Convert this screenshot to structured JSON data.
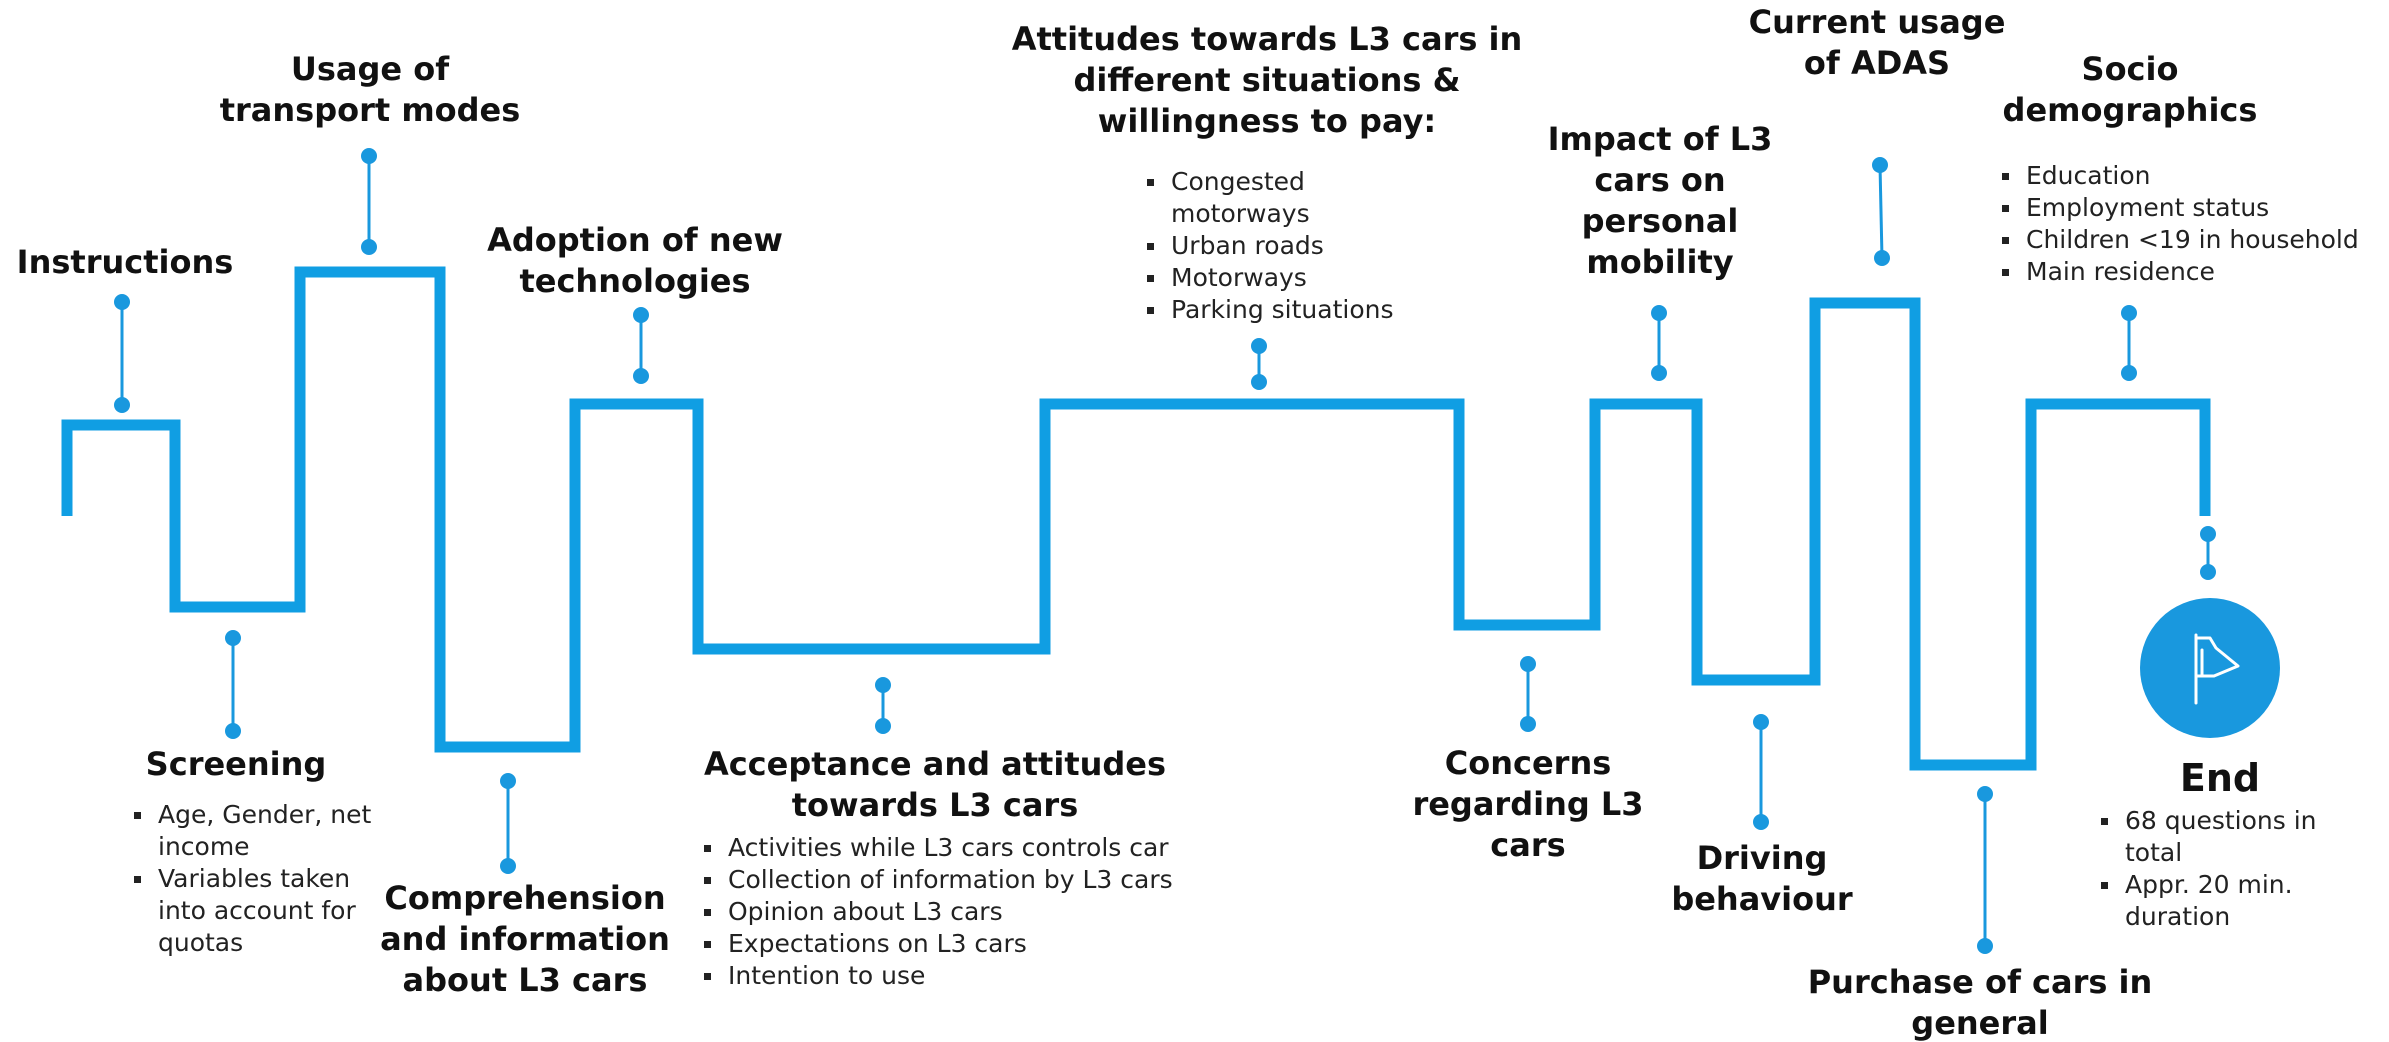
{
  "colors": {
    "line": "#109EE3",
    "dot": "#1998DE",
    "end_circle": "#1998DE",
    "text": "#111111",
    "icon": "#ffffff"
  },
  "icons": {
    "end": "flag-icon"
  },
  "stages": {
    "instructions": {
      "title": "Instructions"
    },
    "screening": {
      "title": "Screening",
      "items": [
        "Age, Gender, net income",
        "Variables taken into account for quotas"
      ]
    },
    "usage_transport": {
      "title": "Usage of transport modes"
    },
    "comprehension": {
      "title": "Comprehension and  information about L3 cars"
    },
    "adoption": {
      "title": "Adoption of new technologies"
    },
    "acceptance": {
      "title": "Acceptance and attitudes towards L3 cars",
      "items": [
        "Activities while L3 cars controls car",
        "Collection of information by L3 cars",
        "Opinion about L3 cars",
        "Expectations on L3 cars",
        "Intention to use"
      ]
    },
    "attitudes": {
      "title": "Attitudes towards L3 cars in different situations & willingness to pay:",
      "items": [
        "Congested motorways",
        "Urban roads",
        "Motorways",
        "Parking situations"
      ]
    },
    "concerns": {
      "title": "Concerns regarding L3 cars"
    },
    "impact": {
      "title": "Impact of L3 cars on personal mobility"
    },
    "driving": {
      "title": "Driving behaviour"
    },
    "adas": {
      "title": "Current usage of ADAS"
    },
    "purchase": {
      "title": "Purchase of cars in general"
    },
    "socio": {
      "title": "Socio demographics",
      "items": [
        "Education",
        "Employment status",
        "Children <19 in household",
        "Main residence"
      ]
    },
    "end": {
      "title": "End",
      "items": [
        "68 questions in total",
        "Appr. 20 min. duration"
      ]
    }
  }
}
